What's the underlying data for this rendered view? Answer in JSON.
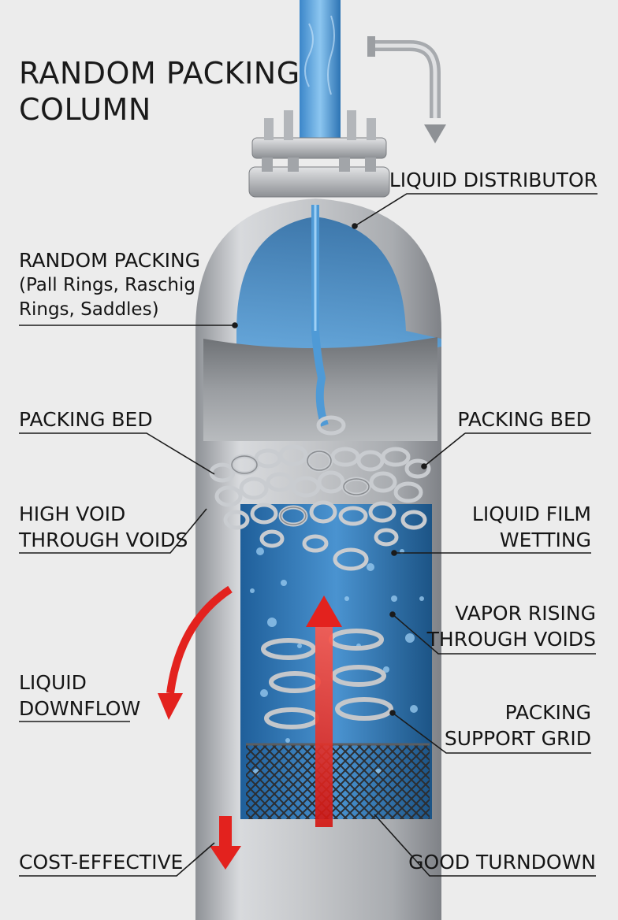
{
  "title": {
    "line1": "RANDOM PACKING",
    "line2": "COLUMN"
  },
  "labels": {
    "liquid_distributor": "LIQUID DISTRIBUTOR",
    "random_packing": {
      "line1": "RANDOM PACKING",
      "line2": "(Pall Rings, Raschig",
      "line3": "Rings, Saddles)"
    },
    "packing_bed_left": "PACKING BED",
    "packing_bed_right": "PACKING BED",
    "high_void": {
      "line1": "HIGH VOID",
      "line2": "THROUGH VOIDS"
    },
    "liquid_film": {
      "line1": "LIQUID FILM",
      "line2": "WETTING"
    },
    "vapor_rising": {
      "line1": "VAPOR RISING",
      "line2": "THROUGH VOIDS"
    },
    "liquid_downflow": {
      "line1": "LIQUID",
      "line2": "DOWNFLOW"
    },
    "packing_support": {
      "line1": "PACKING",
      "line2": "SUPPORT GRID"
    },
    "cost_effective": "COST-EFFECTIVE",
    "good_turndown": "GOOD TURNDOWN"
  },
  "colors": {
    "background": "#ececec",
    "shell": "#b9bcc0",
    "liquid": "#3f86c4",
    "arrow": "#e3221e"
  }
}
